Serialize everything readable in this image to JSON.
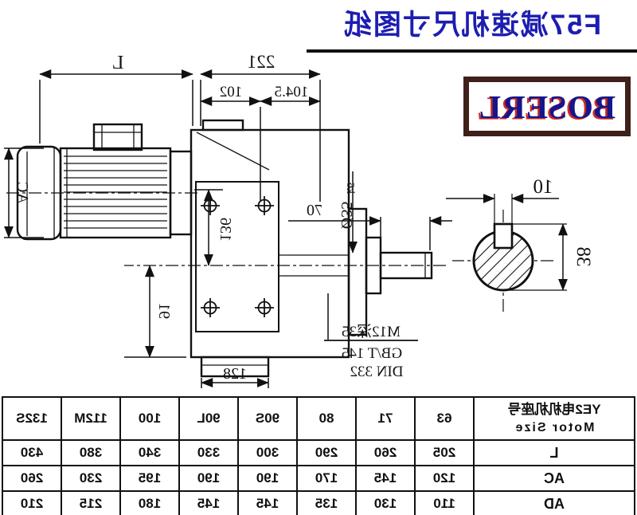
{
  "page": {
    "title": "F57减速机尺寸图纸",
    "title_color": "#1d1db2",
    "line_color": "#111111",
    "background": "#ffffff"
  },
  "logo": {
    "text": "BOSERL",
    "border_color": "#40201a",
    "text_color": "#15158c",
    "shadow_color": "#cf2a1e"
  },
  "drawing": {
    "motor_length_label": "L",
    "housing_length": "221",
    "dim_104_5": "104.5",
    "dim_102": "102",
    "shaft_length": "70",
    "dim_136": "136",
    "dim_91": "91",
    "foot_width": "128",
    "motor_diameter_label": "AC",
    "shaft_diameter": "Ø35",
    "shaft_fit": "k6",
    "tapped_hole_note": "M12深35",
    "standard_gb": "GB/T 145",
    "standard_din": "DIN 332",
    "key_width": "10",
    "across_key_height": "38"
  },
  "table": {
    "header_cn": "YE2电机机座号",
    "header_en": "Motor Size",
    "columns": [
      "63",
      "71",
      "80",
      "90S",
      "90L",
      "100",
      "112M",
      "132S"
    ],
    "rows": [
      {
        "label": "L",
        "values": [
          "205",
          "260",
          "290",
          "300",
          "330",
          "340",
          "380",
          "430"
        ]
      },
      {
        "label": "AC",
        "values": [
          "120",
          "145",
          "170",
          "190",
          "190",
          "195",
          "230",
          "260"
        ]
      },
      {
        "label": "AD",
        "values": [
          "110",
          "130",
          "135",
          "145",
          "145",
          "180",
          "215",
          "210"
        ]
      }
    ]
  }
}
